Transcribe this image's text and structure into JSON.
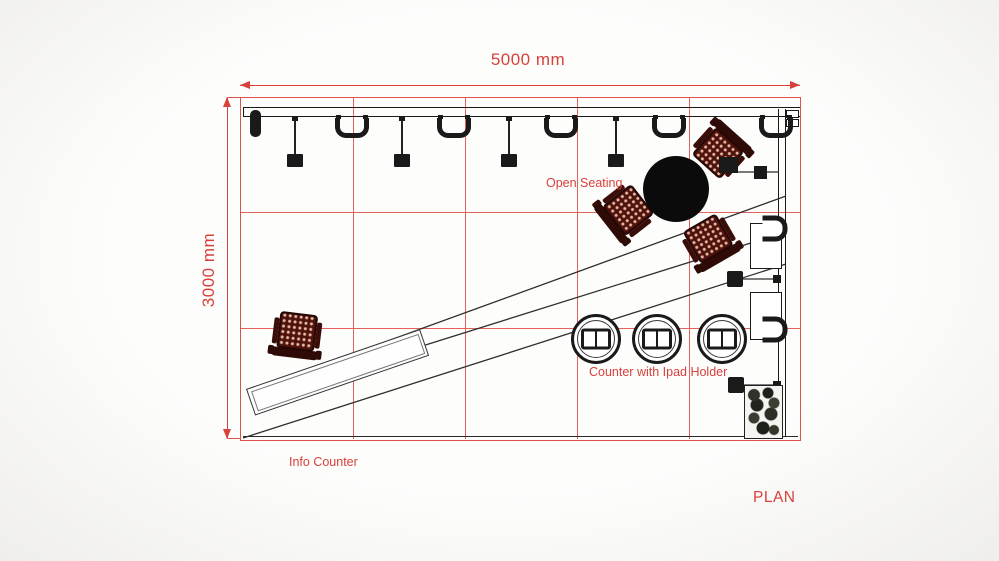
{
  "labels": {
    "open_seating": "Open Seating",
    "ipad_counter": "Counter with Ipad Holder",
    "info_counter": "Info Counter",
    "plan": "PLAN"
  },
  "dimensions": {
    "width": "5000 mm",
    "height": "3000 mm"
  },
  "colors": {
    "dimension_red": "#d8403b",
    "grid_red": "#e0514c",
    "ink": "#1a1a1a",
    "chair_maroon": "#4f120c",
    "table_black": "#0b0b0b"
  },
  "furniture_counts": {
    "track_lights": 5,
    "pendant_lights": 4,
    "round_table": 1,
    "wicker_chairs_at_table": 3,
    "freestanding_wicker_chair": 1,
    "ipad_stands": 3,
    "wall_tables": 2,
    "wall_chairs": 2,
    "wall_stools": 2,
    "planter": 1,
    "info_counter": 1
  }
}
